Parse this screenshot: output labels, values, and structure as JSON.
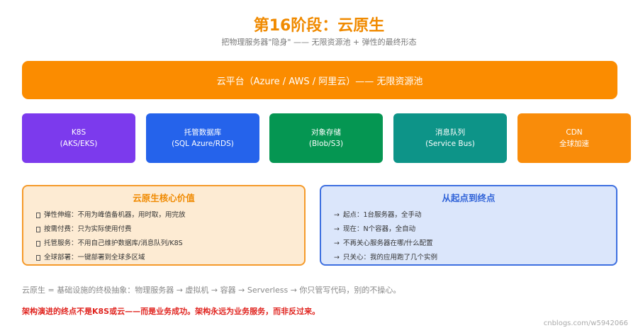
{
  "header": {
    "title": "第16阶段：云原生",
    "subtitle": "把物理服务器\"隐身\" —— 无限资源池 + 弹性的最终形态"
  },
  "cloud_platform": {
    "label": "云平台（Azure / AWS / 阿里云）—— 无限资源池",
    "color": "#fb8c00"
  },
  "services": [
    {
      "name": "K8S",
      "detail": "(AKS/EKS)",
      "color": "#7c3aed"
    },
    {
      "name": "托管数据库",
      "detail": "(SQL Azure/RDS)",
      "color": "#2563eb"
    },
    {
      "name": "对象存储",
      "detail": "(Blob/S3)",
      "color": "#059652"
    },
    {
      "name": "消息队列",
      "detail": "(Service Bus)",
      "color": "#0d9488"
    },
    {
      "name": "CDN",
      "detail": "全球加速",
      "color": "#f98c0a"
    }
  ],
  "core_value": {
    "title": "云原生核心价值",
    "items": [
      "弹性伸缩：不用为峰值备机器，用时取，用完放",
      "按需付费：只为实际使用付费",
      "托管服务：不用自己维护数据库/消息队列/K8S",
      "全球部署：一键部署到全球多区域"
    ]
  },
  "journey": {
    "title": "从起点到终点",
    "arrow": "→",
    "items": [
      "起点：1台服务器，全手动",
      "现在：N个容器，全自动",
      "不再关心服务器在哪/什么配置",
      "只关心：我的应用跑了几个实例"
    ]
  },
  "footnote": "云原生 = 基础设施的终极抽象：物理服务器 → 虚拟机 → 容器 → Serverless → 你只管写代码，别的不操心。",
  "conclusion": "架构演进的终点不是K8S或云——而是业务成功。架构永远为业务服务，而非反过来。",
  "watermark": "cnblogs.com/w5942066"
}
